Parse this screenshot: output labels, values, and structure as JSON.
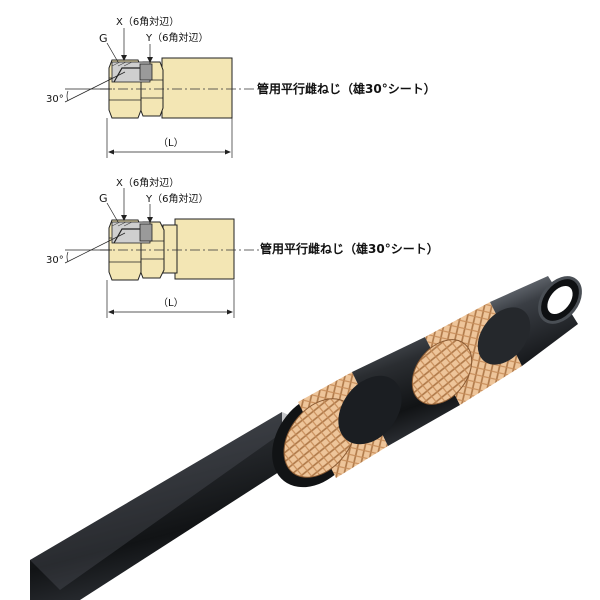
{
  "figure_1": {
    "label_g": "G",
    "label_x": "X（6角対辺）",
    "label_y": "Y（6角対辺）",
    "angle": "30°",
    "length": "（L）",
    "thread_label": "管用平行雌ねじ（雄30°シート）"
  },
  "figure_2": {
    "label_g": "G",
    "label_x": "X（6角対辺）",
    "label_y": "Y（6角対辺）",
    "angle": "30°",
    "length": "（L）",
    "thread_label": "管用平行雌ねじ（雄30°シート）"
  },
  "colors": {
    "metal_fill": "#f3e6b4",
    "outline": "#222222",
    "hose_outer": "#1f2226",
    "braid": "#e8b88a",
    "inner_tube": "#2e3236"
  },
  "hose": {
    "description_labels": []
  }
}
